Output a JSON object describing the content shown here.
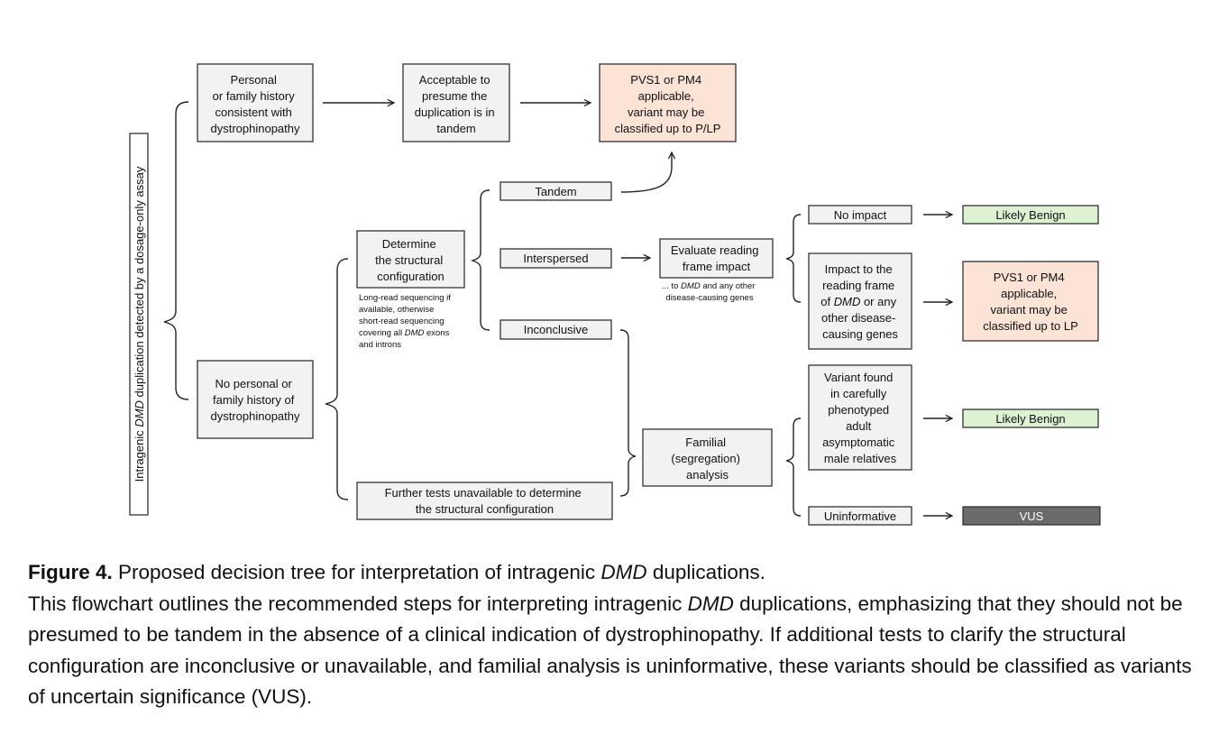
{
  "diagram": {
    "side_label": {
      "pre": "Intragenic ",
      "gene": "DMD",
      "post": " duplication detected by a dosage-only assay"
    },
    "nodes": {
      "history_yes": [
        "Personal",
        "or family history",
        "consistent with",
        "dystrophinopathy"
      ],
      "presume_tandem": [
        "Acceptable to",
        "presume the",
        "duplication is in",
        "tandem"
      ],
      "pvs1_plp": [
        "PVS1 or PM4",
        "applicable,",
        "variant may be",
        "classified up to P/LP"
      ],
      "tandem": "Tandem",
      "determine": [
        "Determine",
        "the structural",
        "configuration"
      ],
      "determine_note": {
        "line1": "Long-read sequencing if",
        "line2": "available, otherwise",
        "line3": "short-read sequencing",
        "line4_pre": "covering all ",
        "line4_gene": "DMD",
        "line4_post": " exons",
        "line5": "and introns"
      },
      "interspersed": "Interspersed",
      "inconclusive": "Inconclusive",
      "evaluate": [
        "Evaluate reading",
        "frame impact"
      ],
      "evaluate_note": {
        "line1_pre": "... to ",
        "line1_gene": "DMD",
        "line1_post": " and any other",
        "line2": "disease-causing genes"
      },
      "no_impact": "No impact",
      "likely_benign_1": "Likely Benign",
      "impact": {
        "line1": "Impact to the",
        "line2": "reading frame",
        "line3_pre": "of ",
        "line3_gene": "DMD",
        "line3_post": " or any",
        "line4": "other disease-",
        "line5": "causing genes"
      },
      "pvs1_lp": [
        "PVS1 or PM4",
        "applicable,",
        "variant may be",
        "classified up to LP"
      ],
      "history_no": [
        "No personal or",
        "family history of",
        "dystrophinopathy"
      ],
      "familial": [
        "Familial",
        "(segregation)",
        "analysis"
      ],
      "found_relatives": [
        "Variant found",
        "in carefully",
        "phenotyped",
        "adult",
        "asymptomatic",
        "male relatives"
      ],
      "likely_benign_2": "Likely Benign",
      "further_tests": [
        "Further tests unavailable to determine",
        "the structural configuration"
      ],
      "uninformative": "Uninformative",
      "vus": "VUS"
    }
  },
  "caption": {
    "figure_label": "Figure 4.",
    "title_pre": " Proposed decision tree for interpretation of intragenic ",
    "title_gene": "DMD",
    "title_post": " duplications.",
    "body_pre": "This flowchart outlines the recommended steps for interpreting intragenic ",
    "body_gene": "DMD",
    "body_post": " duplications, emphasizing that they should not be presumed to be tandem in the absence of a clinical indication of dystrophinopathy. If additional tests to clarify the structural configuration are inconclusive or unavailable, and familial analysis is uninformative, these variants should be classified as variants of uncertain significance (VUS)."
  }
}
